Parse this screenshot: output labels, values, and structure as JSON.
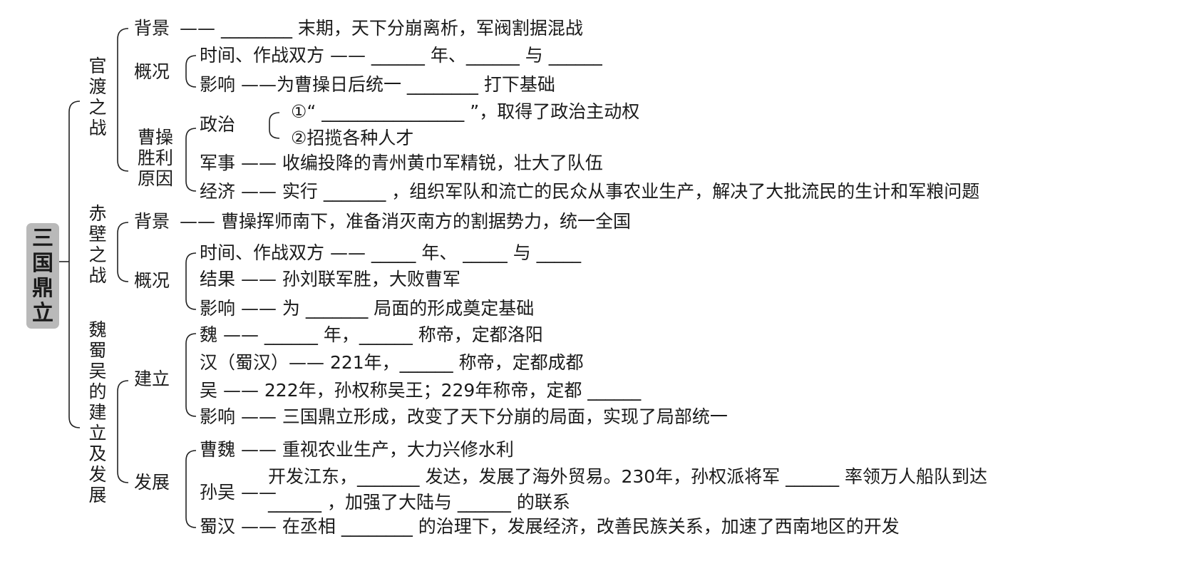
{
  "root": "三国鼎立",
  "sections": {
    "guandu": {
      "title": "官渡之战",
      "bg_label": "背景",
      "bg_text": "—— ________ 末期，天下分崩离析，军阀割据混战",
      "overview_label": "概况",
      "ov_time": "时间、作战双方 —— ______ 年、______ 与 ______",
      "ov_effect": "影响 ——为曹操日后统一 ________ 打下基础",
      "reason_label": "曹操胜利原因",
      "politics_label": "政治",
      "politics_1": "①“ ________________ ”，取得了政治主动权",
      "politics_2": "②招揽各种人才",
      "military": "军事 —— 收编投降的青州黄巾军精锐，壮大了队伍",
      "economy": "经济 —— 实行 _______ ，组织军队和流亡的民众从事农业生产，解决了大批流民的生计和军粮问题"
    },
    "chibi": {
      "title": "赤壁之战",
      "bg_label": "背景",
      "bg_text": "—— 曹操挥师南下，准备消灭南方的割据势力，统一全国",
      "overview_label": "概况",
      "ov_time": "时间、作战双方 —— _____ 年、 _____ 与 _____",
      "ov_result": "结果 —— 孙刘联军胜，大败曹军",
      "ov_effect": "影响 —— 为 _______ 局面的形成奠定基础"
    },
    "sanguo": {
      "title": "魏蜀吴的建立及发展",
      "est_label": "建立",
      "wei": "魏 ——  ______ 年，______ 称帝，定都洛阳",
      "han": "汉（蜀汉）—— 221年，______ 称帝，定都成都",
      "wu": "吴 —— 222年，孙权称吴王；229年称帝，定都 ______",
      "est_effect": "影响 —— 三国鼎立形成，改变了天下分崩的局面，实现了局部统一",
      "dev_label": "发展",
      "caowei": "曹魏 —— 重视农业生产，大力兴修水利",
      "sunwu_label": "孙吴 ——",
      "sunwu_1": "开发江东，_______ 发达，发展了海外贸易。230年，孙权派将军 ______ 率领万人船队到达",
      "sunwu_2": "______ ，加强了大陆与 ______ 的联系",
      "shuhan": "蜀汉 —— 在丞相 ________ 的治理下，发展经济，改善民族关系，加速了西南地区的开发"
    }
  }
}
